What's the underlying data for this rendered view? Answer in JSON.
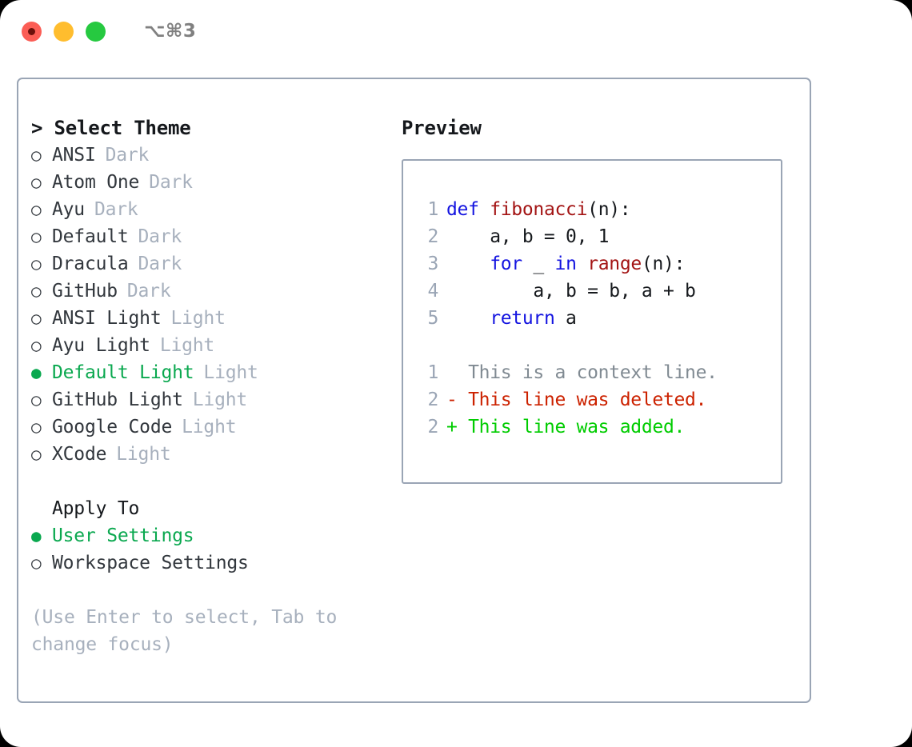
{
  "window": {
    "title": "⌥⌘3",
    "traffic_lights": [
      {
        "name": "close",
        "color": "#fb5d55"
      },
      {
        "name": "minimize",
        "color": "#ffbd2e"
      },
      {
        "name": "maximize",
        "color": "#26c940"
      }
    ]
  },
  "colors": {
    "border": "#9aa5b5",
    "selected_green": "#0aa84f",
    "muted": "#a7b0bd",
    "text": "#32373d",
    "keyword_blue": "#1414e0",
    "function_red": "#a31414",
    "diff_add": "#00cc00",
    "diff_del": "#cc2200",
    "diff_ctx": "#808a92"
  },
  "left": {
    "section_title": "> Select Theme",
    "themes": [
      {
        "bullet": "○",
        "name": "ANSI",
        "tag": "Dark",
        "selected": false
      },
      {
        "bullet": "○",
        "name": "Atom One",
        "tag": "Dark",
        "selected": false
      },
      {
        "bullet": "○",
        "name": "Ayu",
        "tag": "Dark",
        "selected": false
      },
      {
        "bullet": "○",
        "name": "Default",
        "tag": "Dark",
        "selected": false
      },
      {
        "bullet": "○",
        "name": "Dracula",
        "tag": "Dark",
        "selected": false
      },
      {
        "bullet": "○",
        "name": "GitHub",
        "tag": "Dark",
        "selected": false
      },
      {
        "bullet": "○",
        "name": "ANSI Light",
        "tag": "Light",
        "selected": false
      },
      {
        "bullet": "○",
        "name": "Ayu Light",
        "tag": "Light",
        "selected": false
      },
      {
        "bullet": "●",
        "name": "Default Light",
        "tag": "Light",
        "selected": true
      },
      {
        "bullet": "○",
        "name": "GitHub Light",
        "tag": "Light",
        "selected": false
      },
      {
        "bullet": "○",
        "name": "Google Code",
        "tag": "Light",
        "selected": false
      },
      {
        "bullet": "○",
        "name": "XCode",
        "tag": "Light",
        "selected": false
      }
    ],
    "apply_to_title": "Apply To",
    "apply_to": [
      {
        "bullet": "●",
        "name": "User Settings",
        "selected": true
      },
      {
        "bullet": "○",
        "name": "Workspace Settings",
        "selected": false
      }
    ],
    "hint": "(Use Enter to select, Tab to change focus)"
  },
  "right": {
    "preview_title": "Preview",
    "code_lines": [
      {
        "num": "1",
        "tokens": [
          {
            "t": "def ",
            "k": "kw"
          },
          {
            "t": "fibonacci",
            "k": "fn"
          },
          {
            "t": "(n):",
            "k": "plain"
          }
        ]
      },
      {
        "num": "2",
        "tokens": [
          {
            "t": "    a, b = 0, 1",
            "k": "plain"
          }
        ]
      },
      {
        "num": "3",
        "tokens": [
          {
            "t": "    ",
            "k": "plain"
          },
          {
            "t": "for",
            "k": "kw"
          },
          {
            "t": " _ ",
            "k": "plain"
          },
          {
            "t": "in",
            "k": "kw"
          },
          {
            "t": " ",
            "k": "plain"
          },
          {
            "t": "range",
            "k": "fn"
          },
          {
            "t": "(n):",
            "k": "plain"
          }
        ]
      },
      {
        "num": "4",
        "tokens": [
          {
            "t": "        a, b = b, a + b",
            "k": "plain"
          }
        ]
      },
      {
        "num": "5",
        "tokens": [
          {
            "t": "    ",
            "k": "plain"
          },
          {
            "t": "return",
            "k": "kw"
          },
          {
            "t": " a",
            "k": "plain"
          }
        ]
      }
    ],
    "diff_lines": [
      {
        "num": "1",
        "marker": " ",
        "text": "  This is a context line.",
        "kind": "ctx"
      },
      {
        "num": "2",
        "marker": "-",
        "text": "- This line was deleted.",
        "kind": "del"
      },
      {
        "num": "2",
        "marker": "+",
        "text": "+ This line was added.",
        "kind": "add"
      }
    ]
  }
}
